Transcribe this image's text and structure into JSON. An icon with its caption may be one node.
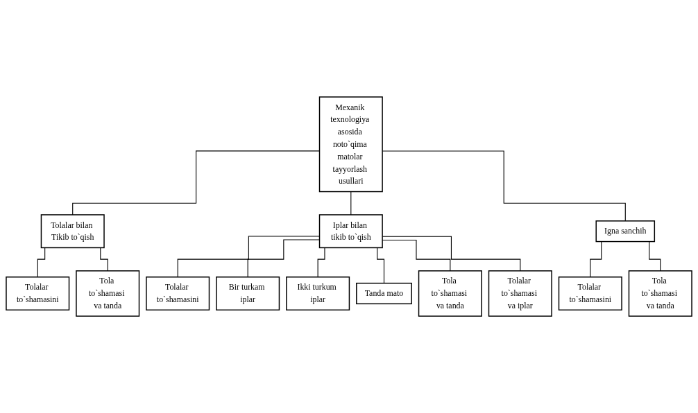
{
  "diagram": {
    "nodes": [
      {
        "text": [
          "Mexanik texnologiya asosida noto`qima matolar tayyorlash usullari"
        ]
      },
      {
        "text": [
          "Tolalar bilan Tikib to`qish"
        ]
      },
      {
        "text": [
          "Iplar bilan tikib to`qish"
        ]
      },
      {
        "text": [
          "Igna sanchih"
        ]
      },
      {
        "text": [
          "Tolalar to`shamasini"
        ]
      },
      {
        "text": [
          "Tola to`shamasi va tanda"
        ]
      },
      {
        "text": [
          "Tolalar to`shamasini"
        ]
      },
      {
        "text": [
          "Bir turkam iplar"
        ]
      },
      {
        "text": [
          "Ikki turkum iplar"
        ]
      },
      {
        "text": [
          "Tanda mato"
        ]
      },
      {
        "text": [
          "Tola to`shamasi va tanda"
        ]
      },
      {
        "text": [
          "Tolalar to`shamasi va iplar"
        ]
      },
      {
        "text": [
          "Tolalar to`shamasini"
        ]
      },
      {
        "text": [
          "Tola to`shamasi va tanda"
        ]
      }
    ],
    "edges": [
      {
        "from": 0,
        "to": 1,
        "arrow": "none"
      },
      {
        "from": 0,
        "to": 2,
        "arrow": "none"
      },
      {
        "from": 0,
        "to": 3,
        "arrow": "none"
      },
      {
        "from": 1,
        "to": 4,
        "arrow": "none"
      },
      {
        "from": 1,
        "to": 5,
        "arrow": "none"
      },
      {
        "from": 2,
        "to": 6,
        "arrow": "none"
      },
      {
        "from": 2,
        "to": 7,
        "arrow": "none"
      },
      {
        "from": 2,
        "to": 8,
        "arrow": "none"
      },
      {
        "from": 2,
        "to": 9,
        "arrow": "none"
      },
      {
        "from": 2,
        "to": 10,
        "arrow": "none"
      },
      {
        "from": 2,
        "to": 11,
        "arrow": "none"
      },
      {
        "from": 3,
        "to": 12,
        "arrow": "none"
      },
      {
        "from": 3,
        "to": 13,
        "arrow": "none"
      }
    ]
  }
}
